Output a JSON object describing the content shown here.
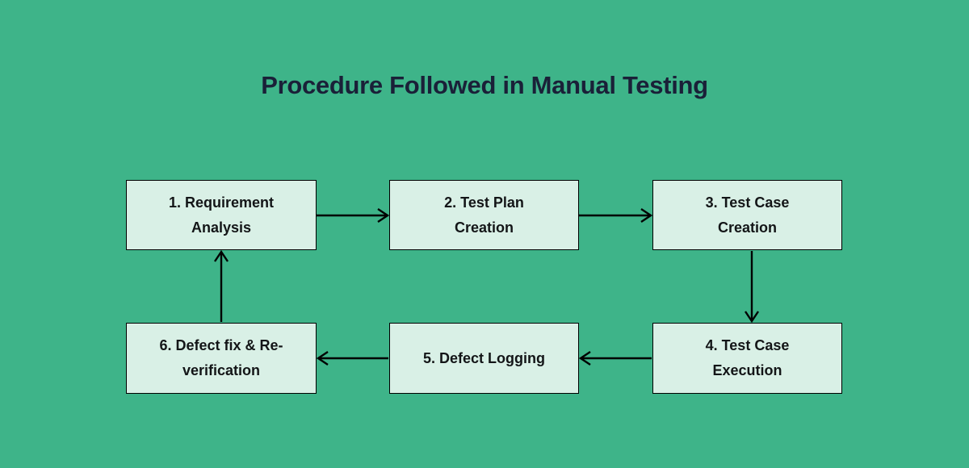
{
  "title": "Procedure Followed in Manual Testing",
  "colors": {
    "background": "#3eb489",
    "node_fill": "#d9f0e6",
    "node_border": "#000000",
    "node_text": "#131517",
    "title_text": "#1a2038",
    "arrow": "#000000"
  },
  "diagram": {
    "type": "flowchart",
    "nodes": [
      {
        "id": "1",
        "lines": [
          "1. Requirement",
          "Analysis"
        ]
      },
      {
        "id": "2",
        "lines": [
          "2. Test Plan",
          "Creation"
        ]
      },
      {
        "id": "3",
        "lines": [
          "3. Test Case",
          "Creation"
        ]
      },
      {
        "id": "4",
        "lines": [
          "4. Test Case",
          "Execution"
        ]
      },
      {
        "id": "5",
        "lines": [
          "5. Defect Logging"
        ]
      },
      {
        "id": "6",
        "lines": [
          "6. Defect fix & Re-",
          "verification"
        ]
      }
    ],
    "connections": [
      {
        "from": "1",
        "to": "2",
        "direction": "right"
      },
      {
        "from": "2",
        "to": "3",
        "direction": "right"
      },
      {
        "from": "3",
        "to": "4",
        "direction": "down"
      },
      {
        "from": "4",
        "to": "5",
        "direction": "left"
      },
      {
        "from": "5",
        "to": "6",
        "direction": "left"
      },
      {
        "from": "6",
        "to": "1",
        "direction": "up"
      }
    ]
  }
}
